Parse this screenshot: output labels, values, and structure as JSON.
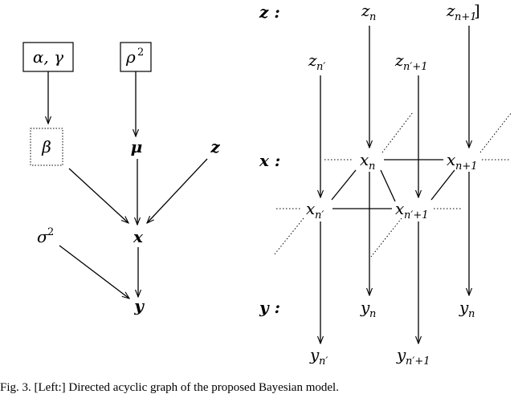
{
  "left_graph": {
    "node_alpha_gamma": "α, γ",
    "node_rho2_base": "ρ",
    "node_rho2_exp": "2",
    "node_beta": "β",
    "node_mu": "μ",
    "node_z": "z",
    "node_sigma2_base": "σ",
    "node_sigma2_exp": "2",
    "node_x": "x",
    "node_y": "y"
  },
  "right_graph": {
    "row_label_z": "z :",
    "row_label_x": "x :",
    "row_label_y": "y :",
    "z_n": {
      "base": "z",
      "sub": "n"
    },
    "z_n1": {
      "base": "z",
      "sub": "n+1",
      "suffix": "]"
    },
    "z_np": {
      "base": "z",
      "sub": "n′"
    },
    "z_np1": {
      "base": "z",
      "sub": "n′+1"
    },
    "x_n": {
      "base": "x",
      "sub": "n"
    },
    "x_n1": {
      "base": "x",
      "sub": "n+1"
    },
    "x_np": {
      "base": "x",
      "sub": "n′"
    },
    "x_np1": {
      "base": "x",
      "sub": "n′+1"
    },
    "y_n": {
      "base": "y",
      "sub": "n"
    },
    "y_n_right": {
      "base": "y",
      "sub": "n"
    },
    "y_np": {
      "base": "y",
      "sub": "n′"
    },
    "y_np1": {
      "base": "y",
      "sub": "n′+1"
    }
  },
  "caption": "Fig. 3.   [Left:] Directed acyclic graph of the proposed Bayesian model."
}
